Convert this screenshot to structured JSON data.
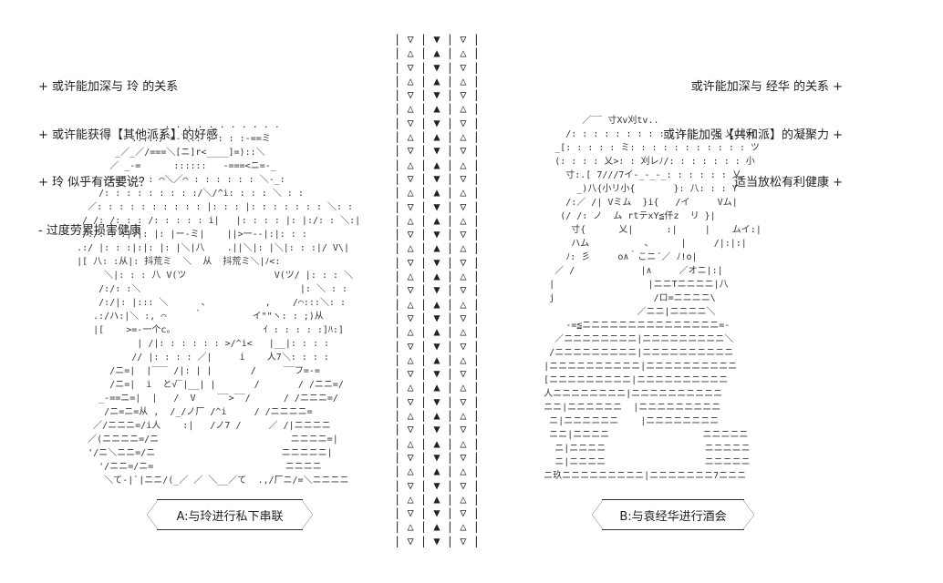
{
  "left_options": [
    "+ 或许能加深与 玲 的关系",
    "+ 或许能获得【其他派系】的好感",
    "+ 玲 似乎有话要说？",
    "- 过度劳累损害健康"
  ],
  "right_options": [
    "或许能加深与 经华 的关系 +",
    "或许能加强【共和派】的凝聚力 +",
    "适当放松有利健康 +"
  ],
  "choice_a": "A:与玲进行私下串联",
  "choice_b": "B:与袁经华进行酒会",
  "ascii_left": "                    . . . . . . . . . . .\n              ...../ =-＼:: : : : :-==ミ\n           _／_／/===＼[ニ]r<____]=)::＼\n          ／ _-=      ::::::   -===<ニ=-_\n         />=\"` : : ⌒＼／⌒ : : : : : : ＼-_:\n        /: : : : : : : : :/＼/^i: : : : ＼ : :\n      ／: : : : : : : : : : |: : : |: : : : : : : ＼: :\n     / /: /: : : /: : : : : i|   |: : : : |: |:/: : ＼:|\n     /:/: : :|:|: |: |ー‐ミ|    ||>一‐‐|:|: : :\n    .:/ |: : :|:|: |: |＼|八    .||＼|: |＼|: : :|/ V\\|\n    |[ 八: :从|: 抖荒ミ  ＼  从  抖荒ミ＼|ﾉ<:\n         ＼|: : : 八 V(ツ                V(ツ/ |: : : ＼\n        /:/: :＼                             |: ＼ : :\n        /:/|: |::: ＼      、          ,    /⌒:::＼: :\n       .:/ハ:|＼ :, ⌒     ｀         イ\"\"ヽ: : ;)从\n       |[    >=-一个c。                ｲ : : : : :]ﾊ:]\n               | /|: : : : : : >/^i<   |__|: : : :\n              // |: : : : ／|     i    人7＼: : : :\n          /ニ=|  |‾‾‾ /|: | |       /     ‾‾フ=-=\n          /ニ=|  i  と√‾|__| |       /       / /ニニ=/\n        _-==ニ=|  |   /  V    ‾‾>‾‾/      / /ニニニ=/\n         /ニ=ニ=从 ,  /_/ノ厂 /^i     / /ニニニニ=\n       ／/ニニニ=/i人    :|   /ノ7 /     ／ /|ニニニニ\n      ／(ニニニニ=/ニ                        ニニニニ=|\n      '/ニ＼ニニ=/ニ                       ニニニニニ|\n        '/ニニ=/ニ=                        ニニニニ\n         ＼て-|`|ニニ/(_／ ／ ＼__／て  .,/厂ニ/=＼ニニニニ",
  "ascii_right": "               ／‾‾ 寸Xv刈tv..\n            /: : : : : : : : : : : : : : 乂v小イ\n          _[: : : : : ミ: : : : : : : : : : : ツ\n          (: : : : 乂>: : 刈レﾉ/: : : : : : : 小\n            寸:.[ 7///7イ-_-_-_: : : : : : 乂\n              _)八{小リ小{       }: 八: : : Y\n            /:／ /| Vミム  }i{   /イ     Vム|\n           (/ /: ノ  ム rtテxY≦仟z  リ }|\n             寸{      乂|      :|     |    ムイ:|\n             ハム          、     |     /|:|:|\n            ﾉ: 彡     o∧｀こニ´／ ﾉ!o|\n          ／ /            |∧     ／オニ|:|\n         |                 |ニニTニニニニ|八\n         j                  /ロ=ニニニニ\\\n                         ／ニニ|ニニニニ＼\n            -=≦ニニニニニニニニニニニニニニニ=-\n          ／ニニニニニニニニ|ニニニニニニニニニ＼\n         /ニニニニニニニニニ|ニニニニニニニニニニ\n        |ニニニニニニニニニニ|ニニニニニニニニニニ\n        [ニニニニニニニニニ|ニニニニニニニニニニ\n        人ニニニニニニニニ|ニニニニニニニニニニ\n        ニニ|ニニニニニニ  |ニニニニニニニニニ\n         ニ|ニニニニニニ    |ニニニニニニニニ\n         ニニ|ニニニニ                 ニニニニニ\n          ニ|ニニニニ                  ニニニニニ\n          ニ|ニニニニ                  ニニニニニ\n        ニ玖ニニニニニニニニニ|ニニニニニニニ7ニニニ",
  "divider": "| ▽ | ▼ | ▽ |\n| △ | ▲ | △ |\n| ▽ | ▼ | ▽ |\n| △ | ▲ | △ |\n| ▽ | ▼ | ▽ |\n| △ | ▲ | △ |\n| ▽ | ▼ | ▽ |\n| △ | ▲ | △ |\n| ▽ | ▼ | ▽ |\n| △ | ▲ | △ |\n| ▽ | ▼ | ▽ |\n| △ | ▲ | △ |\n| ▽ | ▼ | ▽ |\n| △ | ▲ | △ |\n| ▽ | ▼ | ▽ |\n| △ | ▲ | △ |\n| ▽ | ▼ | ▽ |\n| △ | ▲ | △ |\n| ▽ | ▼ | ▽ |\n| △ | ▲ | △ |\n| ▽ | ▼ | ▽ |\n| △ | ▲ | △ |\n| ▽ | ▼ | ▽ |\n| △ | ▲ | △ |\n| ▽ | ▼ | ▽ |\n| △ | ▲ | △ |\n| ▽ | ▼ | ▽ |\n| △ | ▲ | △ |\n| ▽ | ▼ | ▽ |\n| △ | ▲ | △ |\n| ▽ | ▼ | ▽ |\n| △ | ▲ | △ |\n| ▽ | ▼ | ▽ |\n| △ | ▲ | △ |\n| ▽ | ▼ | ▽ |\n| △ | ▲ | △ |\n| ▽ | ▼ | ▽ |"
}
